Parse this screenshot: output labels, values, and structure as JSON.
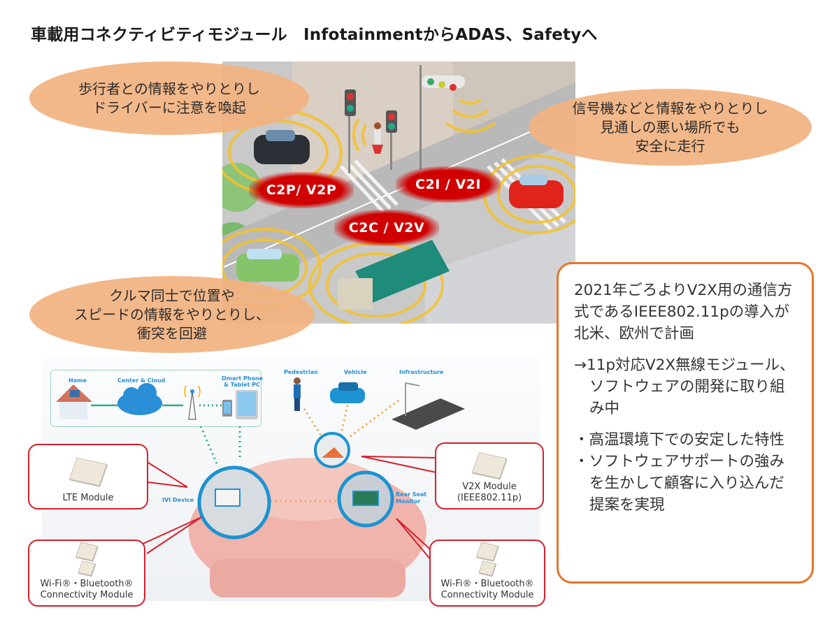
{
  "title": "車載用コネクティビティモジュール　InfotainmentからADAS、Safetyへ",
  "scene": {
    "bubbles": {
      "pedestrian": [
        "歩行者との情報をやりとりし",
        "ドライバーに注意を喚起"
      ],
      "signal": [
        "信号機などと情報をやりとりし",
        "見通しの悪い場所でも",
        "安全に走行"
      ],
      "car": [
        "クルマ同士で位置や",
        "スピードの情報をやりとりし、",
        "衝突を回避"
      ]
    },
    "tags": {
      "v2p": "C2P/ V2P",
      "v2i": "C2I / V2I",
      "v2v": "C2C / V2V"
    }
  },
  "info": {
    "p1": "2021年ごろよりV2X用の通信方式であるIEEE802.11pの導入が北米、欧州で計画",
    "p2": "→11p対応V2X無線モジュール、ソフトウェアの開発に取り組み中",
    "p3": "・高温環境下での安定した特性",
    "p4": "・ソフトウェアサポートの強みを生かして顧客に入り込んだ提案を実現"
  },
  "diagram": {
    "network_labels": {
      "home": "Home",
      "cloud": "Center & Cloud",
      "phone_1": "Dmart Phone",
      "phone_2": "& Tablet PC"
    },
    "v2x_labels": {
      "pedestrian": "Pedestrian",
      "vehicle": "Vehicle",
      "infrastructure": "Infrastructure"
    },
    "device_labels": {
      "ivi": "IVI Device",
      "rear_1": "Rear Seat",
      "rear_2": "Monitor"
    },
    "modules": {
      "lte": "LTE Module",
      "v2x_1": "V2X Module",
      "v2x_2": "(IEEE802.11p)",
      "wifi_left_1": "Wi-Fi®・Bluetooth®",
      "wifi_left_2": "Connectivity Module",
      "wifi_right_1": "Wi-Fi®・Bluetooth®",
      "wifi_right_2": "Connectivity Module"
    }
  },
  "colors": {
    "bubble": "#f2b280",
    "tag_red": "#d00000",
    "info_border": "#e8752a",
    "callout_red": "#d4202c",
    "device_blue": "#1c93d2",
    "teal": "#2eaa8a"
  }
}
